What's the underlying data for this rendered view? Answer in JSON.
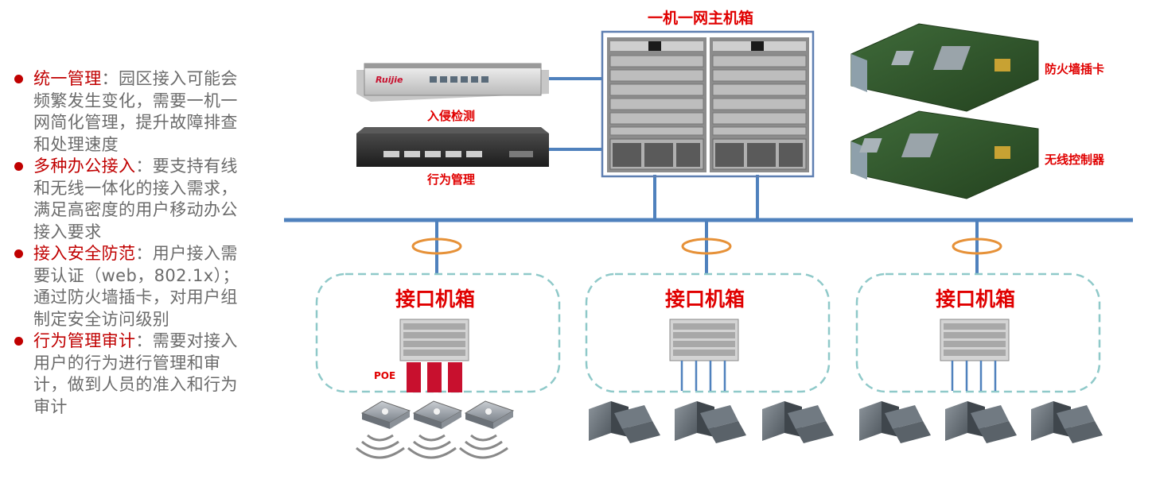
{
  "bullets": [
    {
      "head": "统一管理",
      "body": "：园区接入可能会频繁发生变化，需要一机一网简化管理，提升故障排查和处理速度"
    },
    {
      "head": "多种办公接入",
      "body": "：要支持有线和无线一体化的接入需求，满足高密度的用户移动办公接入要求"
    },
    {
      "head": "接入安全防范",
      "body": "：用户接入需要认证（web，802.1x）；通过防火墙插卡，对用户组制定安全访问级别"
    },
    {
      "head": "行为管理审计",
      "body": "：需要对接入用户的行为进行管理和审计，做到人员的准入和行为审计"
    }
  ],
  "diagram": {
    "main_chassis_title": "一机一网主机箱",
    "ids_label": "入侵检测",
    "behavior_label": "行为管理",
    "firewall_card_label": "防火墙插卡",
    "wireless_ctrl_label": "无线控制器",
    "brand_text": "Ruijie",
    "interface_boxes": [
      {
        "title": "接口机箱",
        "poe_label": "POE"
      },
      {
        "title": "接口机箱"
      },
      {
        "title": "接口机箱"
      }
    ]
  },
  "colors": {
    "accent_red": "#c00000",
    "title_red": "#e00000",
    "bus_blue": "#4f81bd",
    "ring_orange": "#e69138",
    "dashed_teal": "#8fc9c9"
  }
}
